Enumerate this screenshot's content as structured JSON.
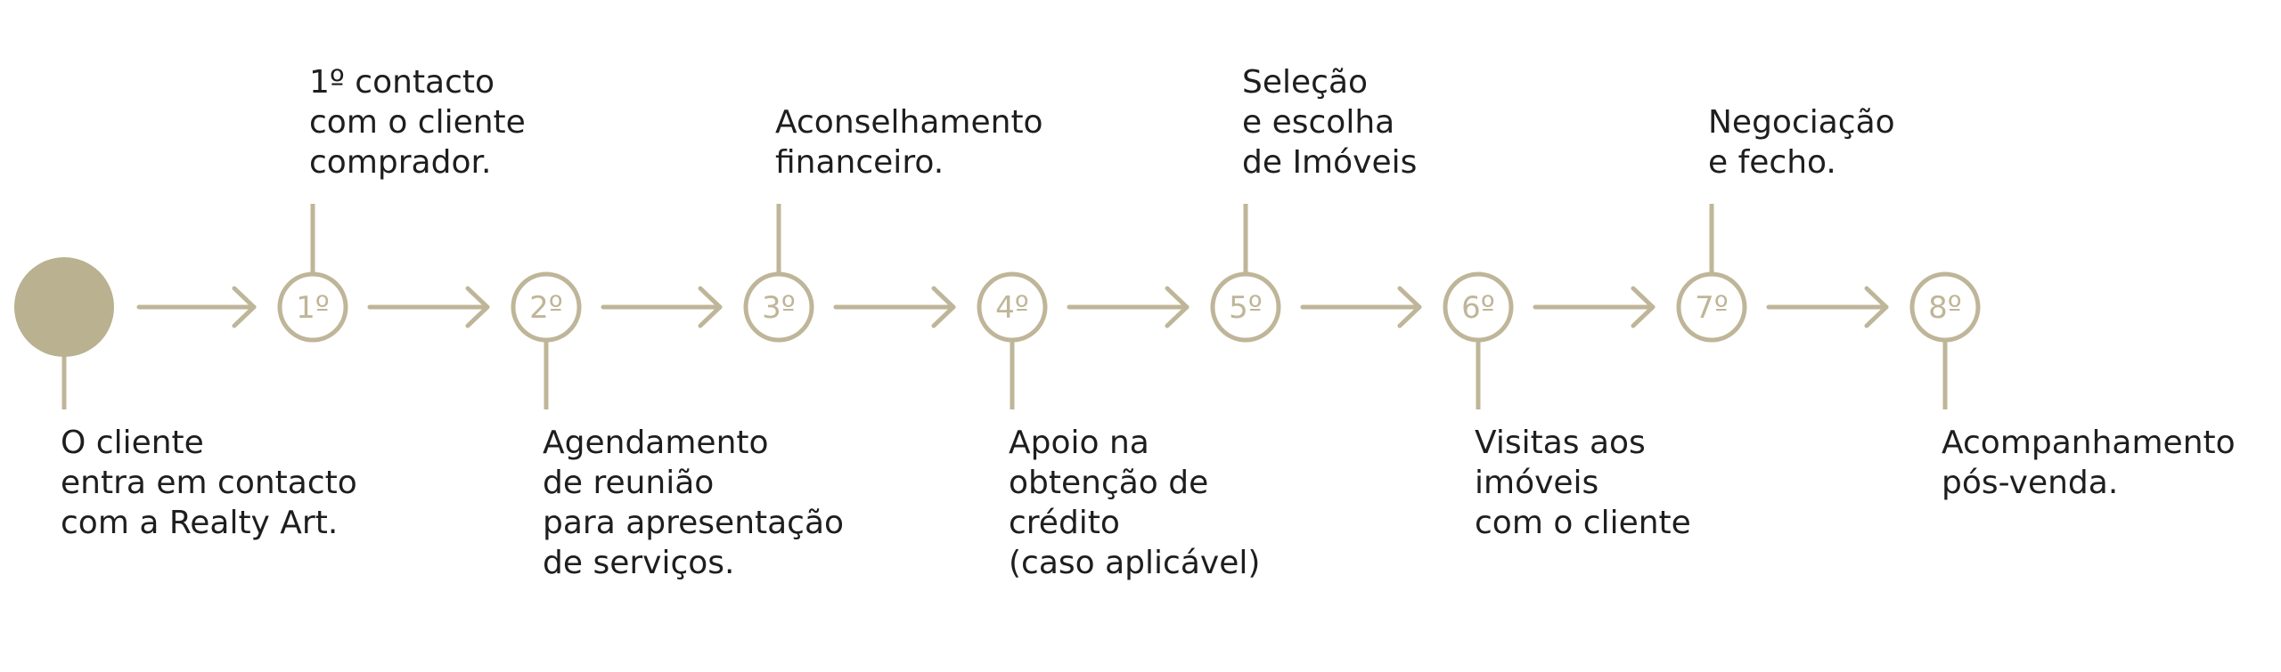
{
  "accent_color": "#bfb598",
  "start_dot_color": "#b9b18f",
  "text_color": "#1e1e1e",
  "steps": [
    {
      "num": "",
      "lines": [
        "O cliente",
        "entra em contacto",
        "com a Realty Art."
      ]
    },
    {
      "num": "1º",
      "lines": [
        "1º contacto",
        "com o cliente",
        "comprador."
      ]
    },
    {
      "num": "2º",
      "lines": [
        "Agendamento",
        "de reunião",
        "para apresentação",
        "de serviços."
      ]
    },
    {
      "num": "3º",
      "lines": [
        "Aconselhamento",
        "financeiro."
      ]
    },
    {
      "num": "4º",
      "lines": [
        "Apoio na",
        "obtenção de",
        "crédito",
        "(caso aplicável)"
      ]
    },
    {
      "num": "5º",
      "lines": [
        "Seleção",
        "e escolha",
        "de Imóveis"
      ]
    },
    {
      "num": "6º",
      "lines": [
        "Visitas aos",
        "imóveis",
        "com o cliente"
      ]
    },
    {
      "num": "7º",
      "lines": [
        "Negociação",
        "e fecho."
      ]
    },
    {
      "num": "8º",
      "lines": [
        "Acompanhamento",
        "pós-venda."
      ]
    }
  ]
}
